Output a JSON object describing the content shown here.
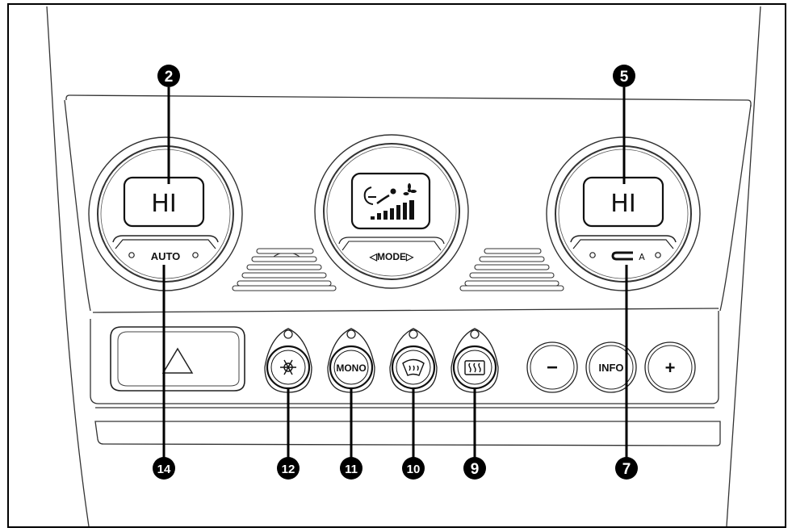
{
  "displays": {
    "left_temp": "HI",
    "right_temp": "HI"
  },
  "dial_labels": {
    "left": "AUTO",
    "center": "◁MODE▷",
    "right_suffix": "A"
  },
  "buttons": {
    "mono": "MONO",
    "info": "INFO",
    "minus": "−",
    "plus": "+"
  },
  "callouts": {
    "c2": "2",
    "c5": "5",
    "c7": "7",
    "c9": "9",
    "c10": "10",
    "c11": "11",
    "c12": "12",
    "c14": "14"
  },
  "icons": [
    "hazard-triangle-icon",
    "snowflake-ac-icon",
    "front-defrost-icon",
    "rear-defrost-icon",
    "airflow-fan-icon",
    "recirculation-icon"
  ]
}
